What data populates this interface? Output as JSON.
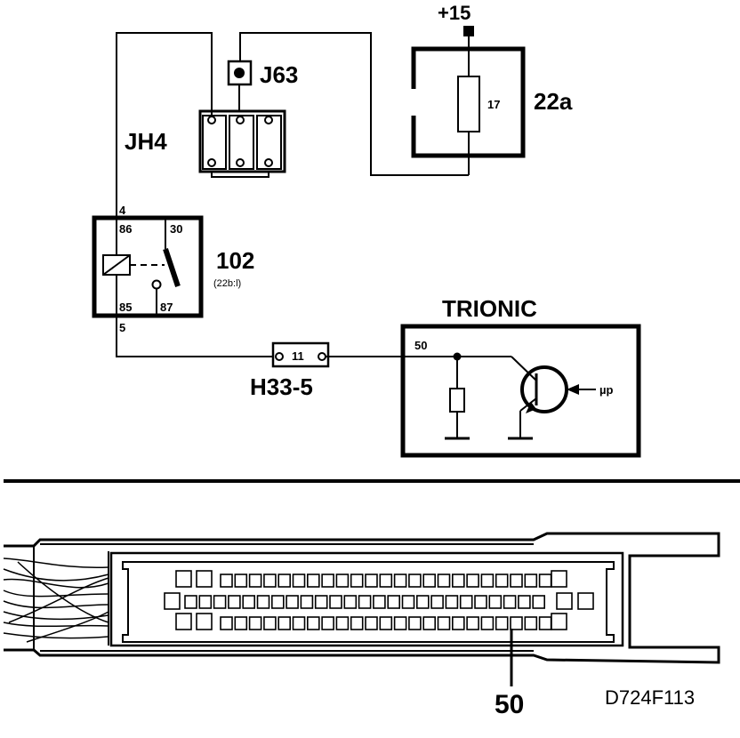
{
  "labels": {
    "supply": "+15",
    "fuse_number": "17",
    "fuse_id": "22a",
    "junction": "J63",
    "connector_block": "JH4",
    "relay_id": "102",
    "relay_sub": "(22b:l)",
    "relay_pin_86": "86",
    "relay_pin_30": "30",
    "relay_pin_85": "85",
    "relay_pin_87": "87",
    "wire_4": "4",
    "wire_5": "5",
    "ecu_title": "TRIONIC",
    "ecu_pin": "50",
    "connector_pin": "11",
    "connector_id": "H33-5",
    "micro": "µp",
    "callout_pin": "50",
    "drawing_code": "D724F113"
  },
  "colors": {
    "ink": "#000000",
    "paper": "#ffffff"
  }
}
